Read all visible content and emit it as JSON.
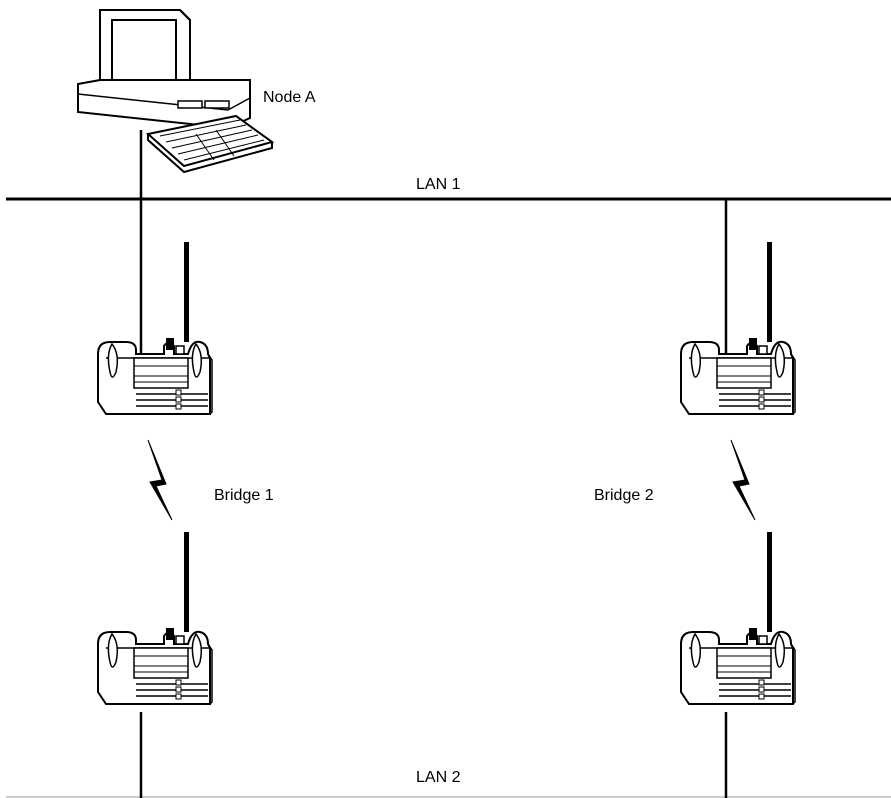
{
  "labels": {
    "lan1": "LAN 1",
    "lan2": "LAN 2",
    "node_a": "Node A",
    "bridge1": "Bridge 1",
    "bridge2": "Bridge 2"
  },
  "colors": {
    "line": "#000000",
    "background": "#ffffff",
    "device_fill": "#ffffff"
  },
  "icons": {
    "computer": "desktop-computer-icon",
    "radio_bridge": "wireless-bridge-icon",
    "wireless_link": "lightning-bolt-icon"
  }
}
